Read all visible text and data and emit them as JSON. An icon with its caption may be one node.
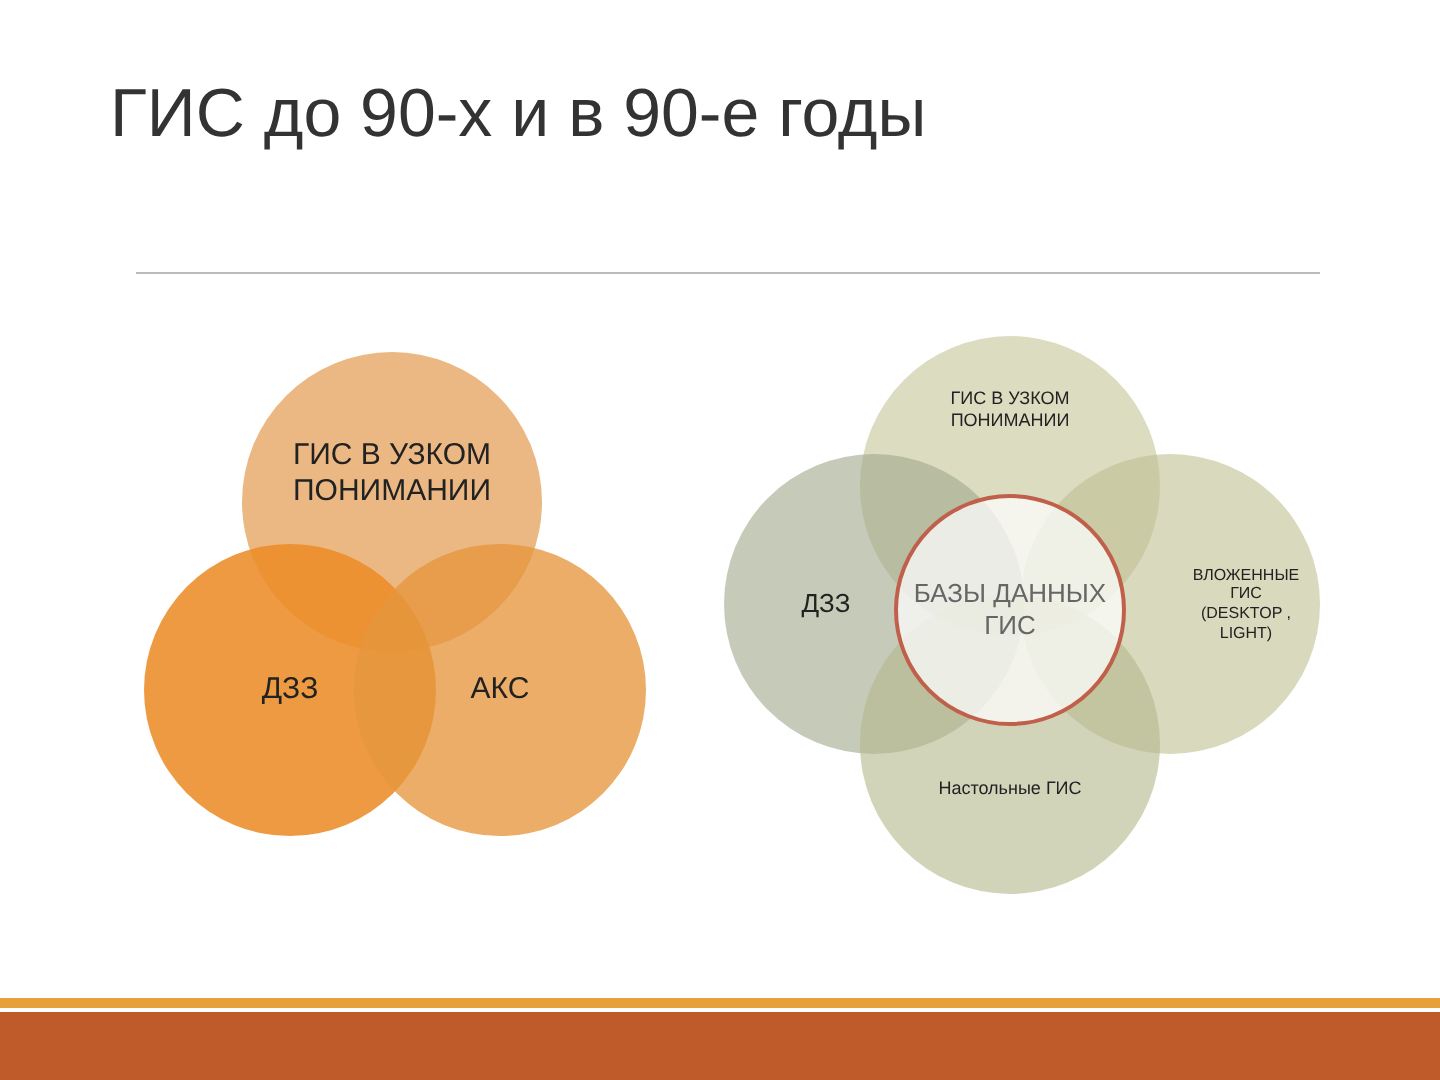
{
  "diagram": {
    "title": "ГИС до 90-х и в 90-е годы",
    "nodes": [
      {
        "text": [
          "ГИС В УЗКОМ ПОНИМАНИИ"
        ]
      },
      {
        "text": [
          "ДЗЗ"
        ]
      },
      {
        "text": [
          "АКС"
        ]
      },
      {
        "text": [
          "ГИС В УЗКОМ ПОНИМАНИИ"
        ]
      },
      {
        "text": [
          "ДЗЗ"
        ]
      },
      {
        "text": [
          "БАЗЫ ДАННЫХ ГИС"
        ]
      },
      {
        "text": [
          "ВЛОЖЕННЫЕ ГИС (DESKTOP , LIGHT)"
        ]
      },
      {
        "text": [
          "Настольные ГИС"
        ]
      }
    ],
    "edges": []
  }
}
